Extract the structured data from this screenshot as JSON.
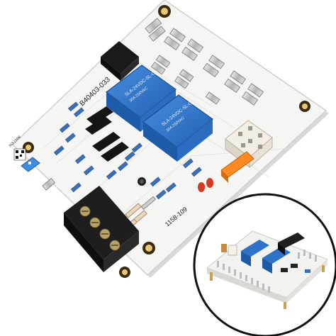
{
  "board": {
    "part_number": "B40403-033",
    "model_code": "1158-109",
    "relay_1": {
      "line1": "SLA-24VDC-SL-C",
      "line2": "30A 250VAC"
    },
    "relay_2": {
      "line1": "SLA-24VDC-SL-C",
      "line2": "30A 250VAC"
    },
    "qr_code_text": "3G5150W"
  },
  "inset": {
    "border_color": "#111111"
  },
  "colors": {
    "pcb": "#f4f4f2",
    "relay": "#2f73c9",
    "terminal_block": "#1e1e1e",
    "spade": "#c9c9c9",
    "chip": "#151515",
    "resistor_blue": "#3b6fb8",
    "led_orange": "#ff7a1a"
  }
}
